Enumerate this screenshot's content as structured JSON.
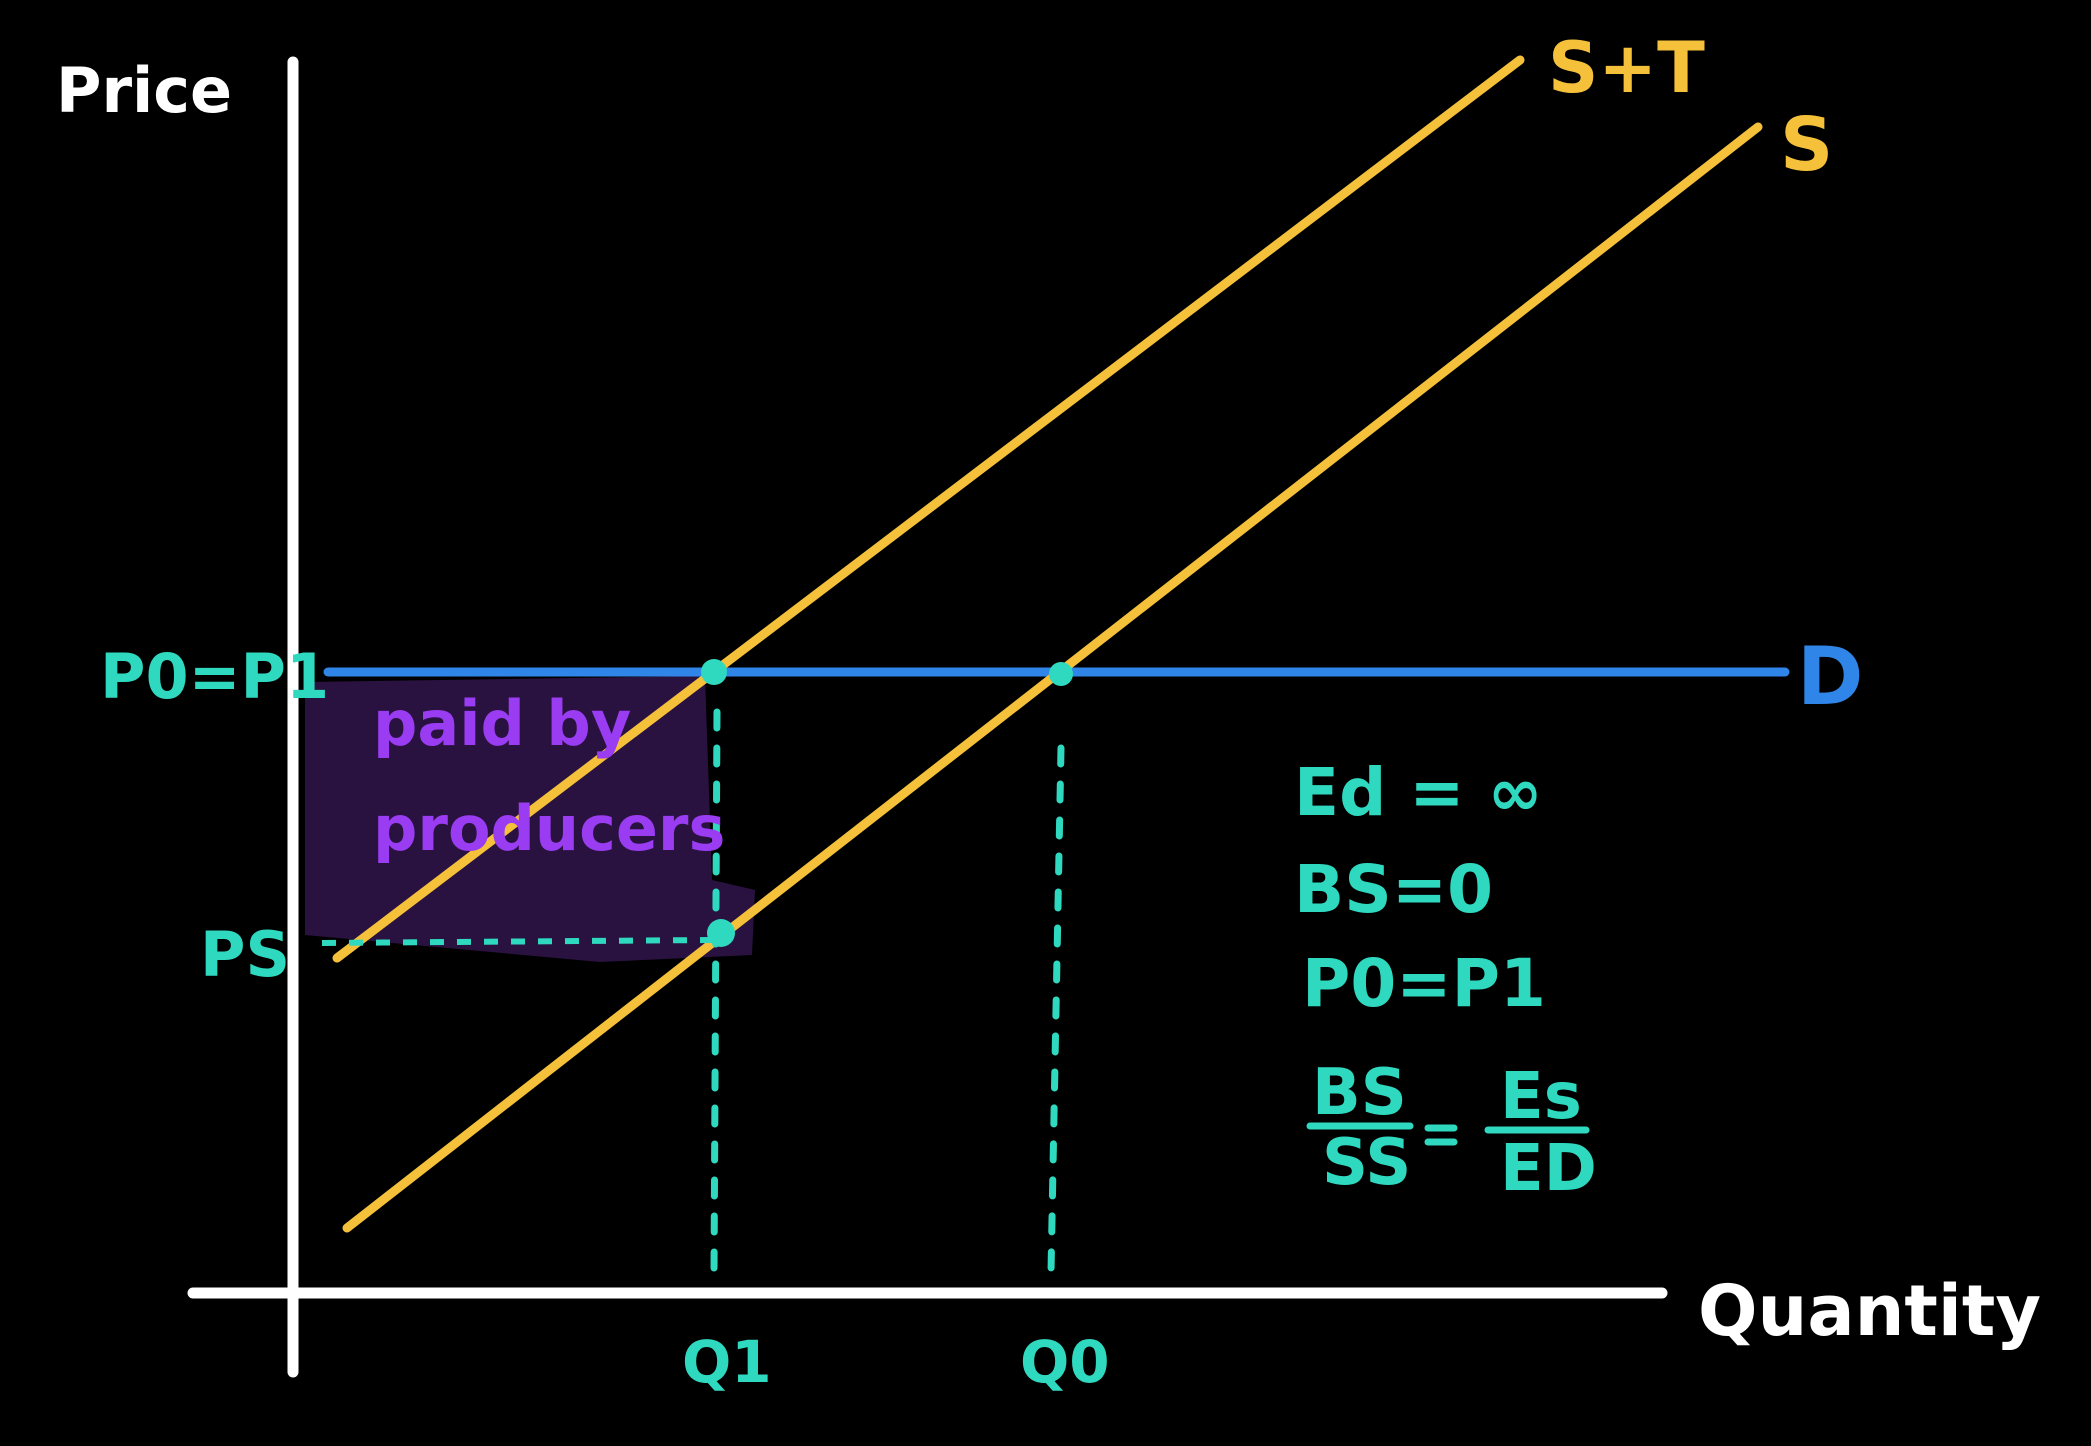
{
  "axes": {
    "y_label": "Price",
    "x_label": "Quantity"
  },
  "curves": {
    "supply_tax_label": "S+T",
    "supply_label": "S",
    "demand_label": "D"
  },
  "price_labels": {
    "p0_p1": "P0=P1",
    "ps": "PS"
  },
  "quantity_labels": {
    "q1": "Q1",
    "q0": "Q0"
  },
  "shaded_region": {
    "line1": "paid by",
    "line2": "producers"
  },
  "notes": {
    "ed": "Ed = ∞",
    "bs": "BS=0",
    "p0p1": "P0=P1",
    "frac_left_num": "BS",
    "frac_left_den": "SS",
    "frac_right_num": "Es",
    "frac_right_den": "ED"
  },
  "colors": {
    "axis": "#ffffff",
    "supply": "#f5c13a",
    "demand": "#2f86e8",
    "annotation": "#2fd9c0",
    "shade": "#2a1240",
    "shade_text": "#9a3cf2"
  }
}
